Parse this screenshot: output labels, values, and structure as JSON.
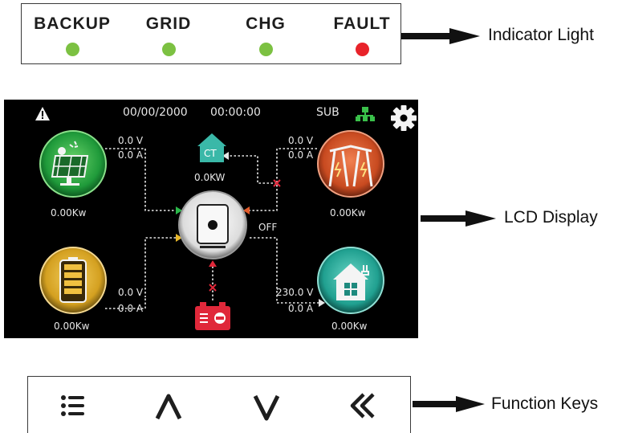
{
  "indicators": [
    {
      "label": "BACKUP",
      "color": "#7cc142"
    },
    {
      "label": "GRID",
      "color": "#7cc142"
    },
    {
      "label": "CHG",
      "color": "#7cc142"
    },
    {
      "label": "FAULT",
      "color": "#e8232a"
    }
  ],
  "callouts": {
    "indicator_light": "Indicator Light",
    "lcd_display": "LCD Display",
    "function_keys": "Function Keys"
  },
  "lcd": {
    "date": "00/00/2000",
    "time": "00:00:00",
    "mode": "SUB",
    "ct_label": "CT",
    "ct_power": "0.0KW",
    "inverter_state": "OFF",
    "pv": {
      "voltage": "0.0 V",
      "current": "0.0 A",
      "power": "0.00Kw"
    },
    "grid": {
      "voltage": "0.0 V",
      "current": "0.0 A",
      "power": "0.00Kw"
    },
    "battery": {
      "voltage": "0.0 V",
      "current": "0.0 A",
      "power": "0.00Kw"
    },
    "load": {
      "voltage": "230.0 V",
      "current": "0.0 A",
      "power": "0.00Kw"
    },
    "icons": [
      "warning-icon",
      "settings-gear-icon",
      "network-icon",
      "solar-panel-icon",
      "power-tower-icon",
      "battery-icon",
      "home-icon",
      "generator-icon",
      "inverter-icon"
    ],
    "colors": {
      "pv": "#2bb84a",
      "grid": "#e05a2a",
      "battery": "#e8b82a",
      "load": "#3ab8a8",
      "generator": "#e0283a",
      "ct": "#3ab8a8"
    }
  },
  "function_keys": [
    {
      "name": "menu-key",
      "icon": "menu-icon"
    },
    {
      "name": "up-key",
      "icon": "chevron-up-icon"
    },
    {
      "name": "down-key",
      "icon": "chevron-down-icon"
    },
    {
      "name": "back-key",
      "icon": "back-icon"
    }
  ]
}
